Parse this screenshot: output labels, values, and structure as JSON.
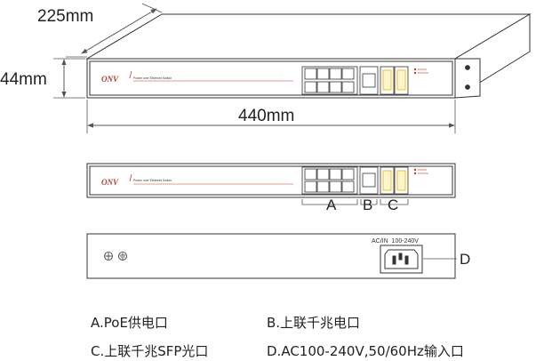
{
  "dimensions": {
    "depth": "225mm",
    "height": "44mm",
    "width": "440mm"
  },
  "brand": {
    "logo": "ONV",
    "model_text": "Power over Ethernet Switch"
  },
  "rear_panel": {
    "power_label": "AC/IN  100-240V"
  },
  "callouts": {
    "a": "A",
    "b": "B",
    "c": "C",
    "d": "D"
  },
  "legend": {
    "a": "A.PoE供电口",
    "b": "B.上联千兆电口",
    "c": "C.上联千兆SFP光口",
    "d": "D.AC100-240V,50/60Hz输入口"
  },
  "colors": {
    "line": "#333333",
    "accent": "#c0392b",
    "sfp_led": "#e8b400"
  }
}
